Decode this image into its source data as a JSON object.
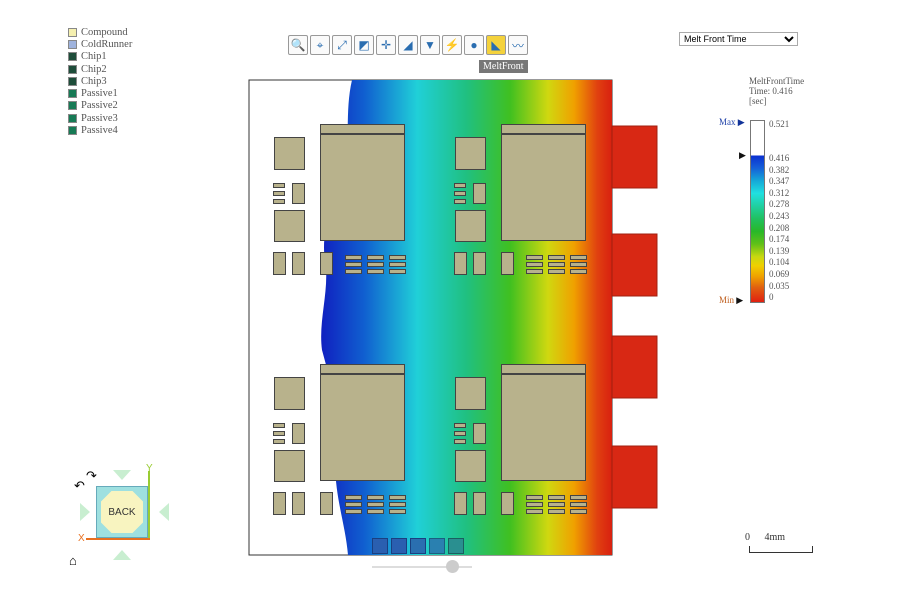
{
  "legend": [
    {
      "label": "Compound",
      "color": "#f5f0b0"
    },
    {
      "label": "ColdRunner",
      "color": "#9fb3dd"
    },
    {
      "label": "Chip1",
      "color": "#1e4d3a"
    },
    {
      "label": "Chip2",
      "color": "#1e4d3a"
    },
    {
      "label": "Chip3",
      "color": "#1e4d3a"
    },
    {
      "label": "Passive1",
      "color": "#177a55"
    },
    {
      "label": "Passive2",
      "color": "#177a55"
    },
    {
      "label": "Passive3",
      "color": "#177a55"
    },
    {
      "label": "Passive4",
      "color": "#177a55"
    }
  ],
  "toolbar": {
    "icons": [
      "zoom-icon",
      "pick-icon",
      "fit-icon",
      "view-icon",
      "center-icon",
      "ruler-icon",
      "filter-icon",
      "section-icon",
      "probe-icon",
      "meltfront-icon",
      "chart-icon"
    ],
    "tooltip": "MeltFront"
  },
  "result_select": {
    "value": "Melt Front Time"
  },
  "colorbar": {
    "title": "MeltFrontTime",
    "time": "Time: 0.416",
    "unit": "[sec]",
    "max_label": "Max",
    "min_label": "Min",
    "max_value": "0.521",
    "current": 0.416,
    "ticks": [
      "0.416",
      "0.382",
      "0.347",
      "0.312",
      "0.278",
      "0.243",
      "0.208",
      "0.174",
      "0.139",
      "0.104",
      "0.069",
      "0.035",
      "0"
    ]
  },
  "orientation": {
    "face": "BACK",
    "x": "X",
    "y": "Y"
  },
  "scale": {
    "zero": "0",
    "length": "4mm"
  },
  "playback": {
    "progress": 0.8
  }
}
